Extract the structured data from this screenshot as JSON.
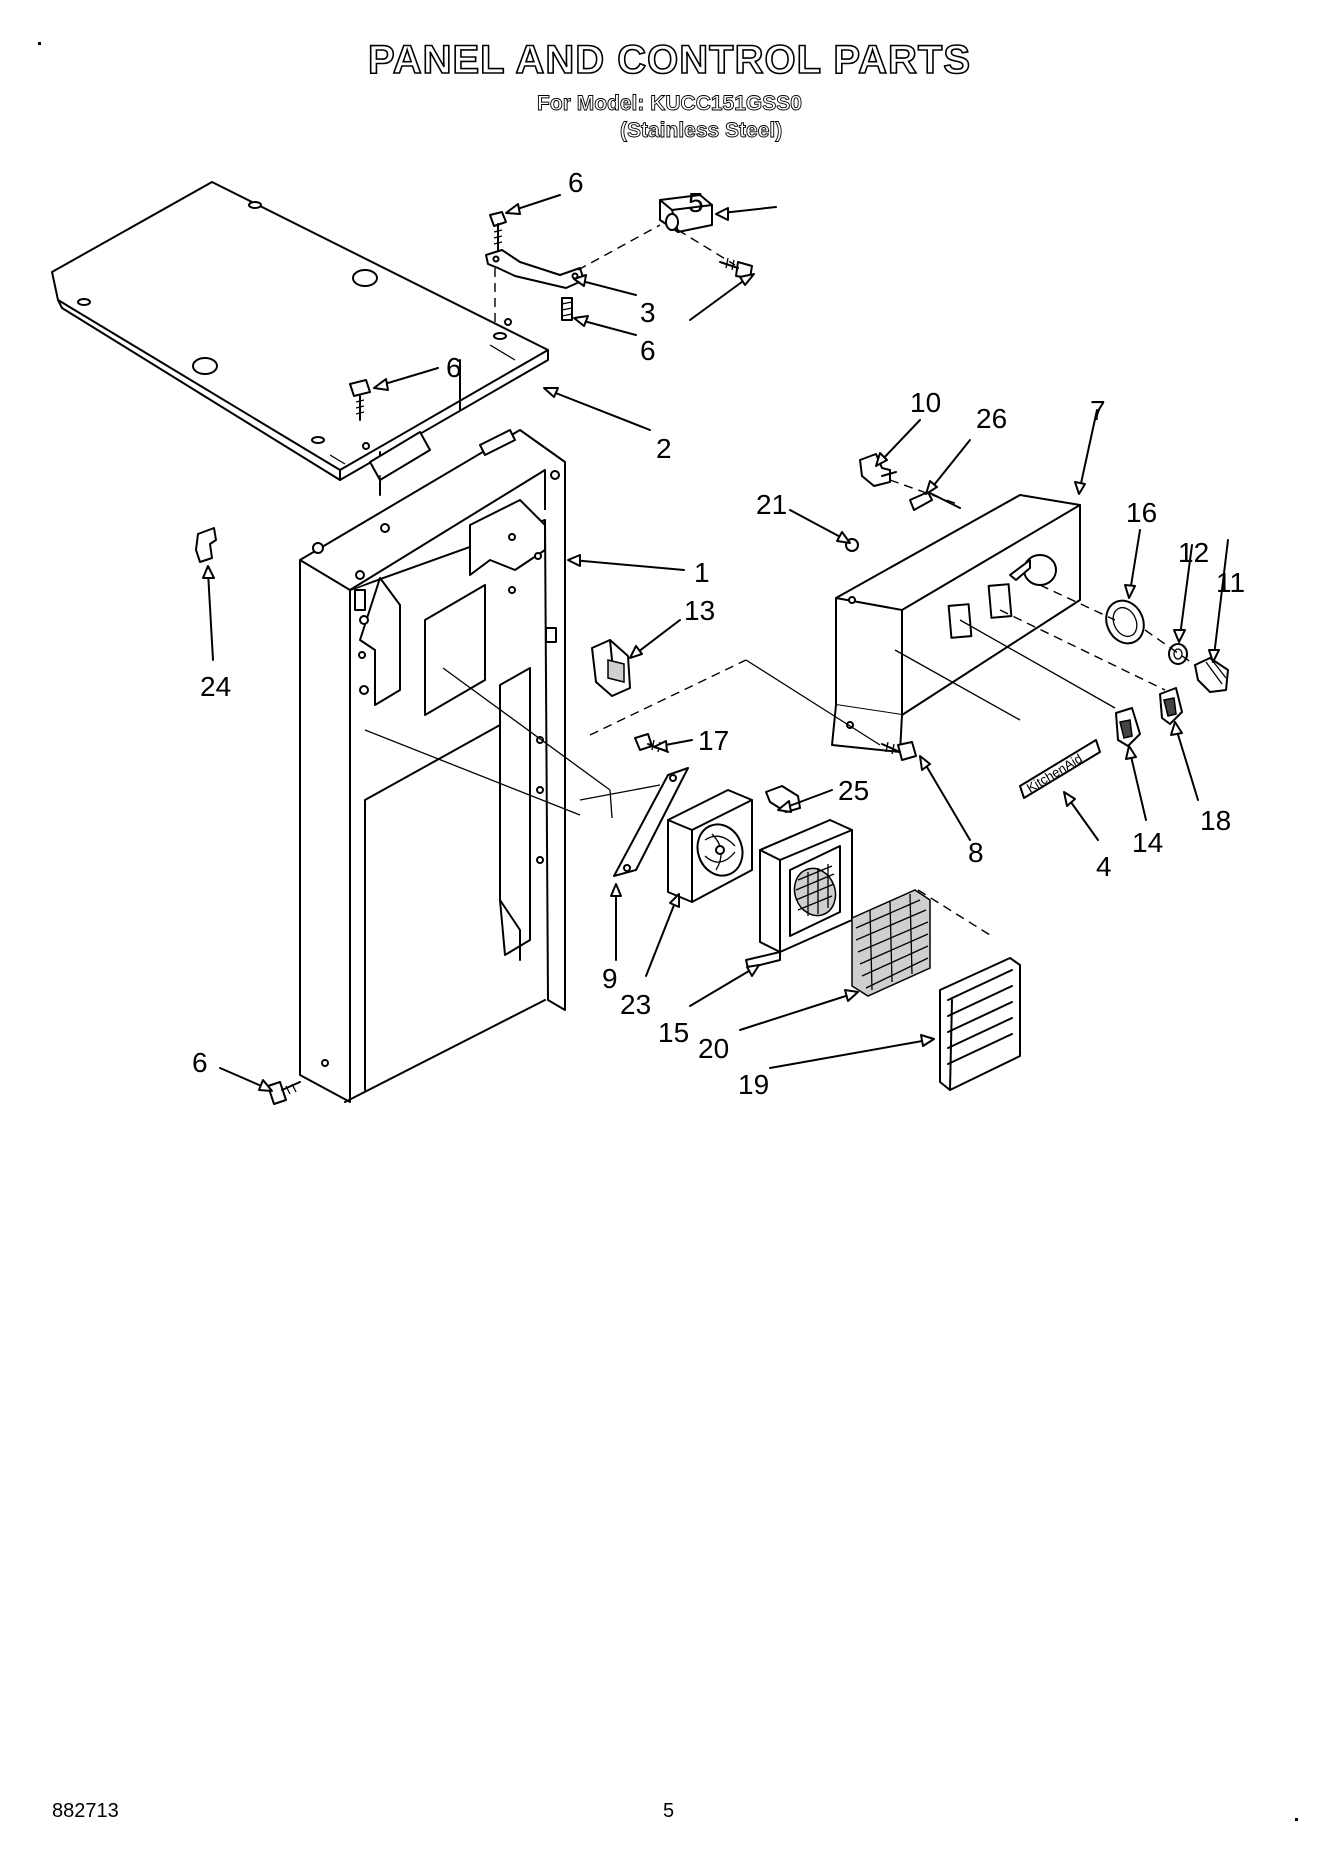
{
  "header": {
    "title": "PANEL AND CONTROL PARTS",
    "model_line": "For Model: KUCC151GSS0",
    "finish_line": "(Stainless Steel)"
  },
  "footer": {
    "doc_number": "882713",
    "page_number": "5"
  },
  "nameplate": {
    "text": "KitchenAid"
  },
  "callouts": [
    {
      "id": "c1",
      "label": "1"
    },
    {
      "id": "c2",
      "label": "2"
    },
    {
      "id": "c3",
      "label": "3"
    },
    {
      "id": "c4",
      "label": "4"
    },
    {
      "id": "c5",
      "label": "5"
    },
    {
      "id": "c6a",
      "label": "6"
    },
    {
      "id": "c6b",
      "label": "6"
    },
    {
      "id": "c6c",
      "label": "6"
    },
    {
      "id": "c6d",
      "label": "6"
    },
    {
      "id": "c7",
      "label": "7"
    },
    {
      "id": "c8",
      "label": "8"
    },
    {
      "id": "c9",
      "label": "9"
    },
    {
      "id": "c10",
      "label": "10"
    },
    {
      "id": "c11",
      "label": "11"
    },
    {
      "id": "c12",
      "label": "12"
    },
    {
      "id": "c13",
      "label": "13"
    },
    {
      "id": "c14",
      "label": "14"
    },
    {
      "id": "c15",
      "label": "15"
    },
    {
      "id": "c16",
      "label": "16"
    },
    {
      "id": "c17",
      "label": "17"
    },
    {
      "id": "c18",
      "label": "18"
    },
    {
      "id": "c19",
      "label": "19"
    },
    {
      "id": "c20",
      "label": "20"
    },
    {
      "id": "c21",
      "label": "21"
    },
    {
      "id": "c23",
      "label": "23"
    },
    {
      "id": "c24",
      "label": "24"
    },
    {
      "id": "c25",
      "label": "25"
    },
    {
      "id": "c26",
      "label": "26"
    }
  ]
}
